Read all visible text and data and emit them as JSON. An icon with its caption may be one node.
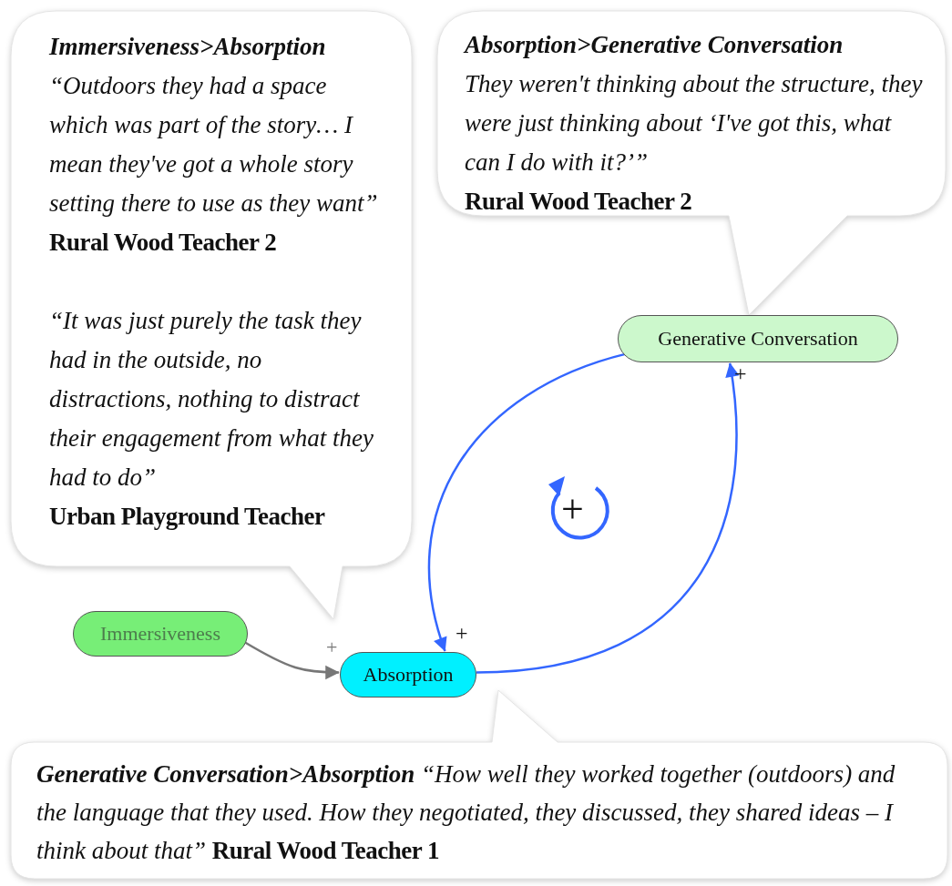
{
  "diagram": {
    "nodes": [
      {
        "text": [
          "Immersiveness>Absorption",
          "“Outdoors they had a space which was part of the story… I mean they've got a whole story setting there to use as they want”",
          "Rural Wood Teacher 2",
          "“It was just purely the task they had in the outside, no distractions, nothing to distract their engagement from what they had to do”",
          "Urban Playground Teacher"
        ]
      },
      {
        "text": [
          "Absorption>Generative Conversation",
          "They weren't thinking about the structure, they were just thinking about ‘I've got this, what can I do with it?’”",
          "Rural Wood Teacher 2"
        ]
      },
      {
        "text": [
          "Generative Conversation"
        ]
      },
      {
        "text": [
          "Immersiveness"
        ]
      },
      {
        "text": [
          "Absorption"
        ]
      },
      {
        "text": [
          "Generative Conversation>Absorption",
          "“How well they worked together (outdoors) and the language that they used. How they negotiated, they discussed, they shared ideas – I think about that”",
          "Rural Wood Teacher 1"
        ]
      }
    ],
    "edges": [
      {
        "from": 3,
        "to": 4,
        "arrow": "to",
        "color": "#777777"
      },
      {
        "from": 2,
        "to": 4,
        "arrow": "to"
      },
      {
        "from": 4,
        "to": 2,
        "arrow": "to"
      }
    ],
    "labels": [
      "+",
      "+",
      "+",
      "+"
    ]
  }
}
